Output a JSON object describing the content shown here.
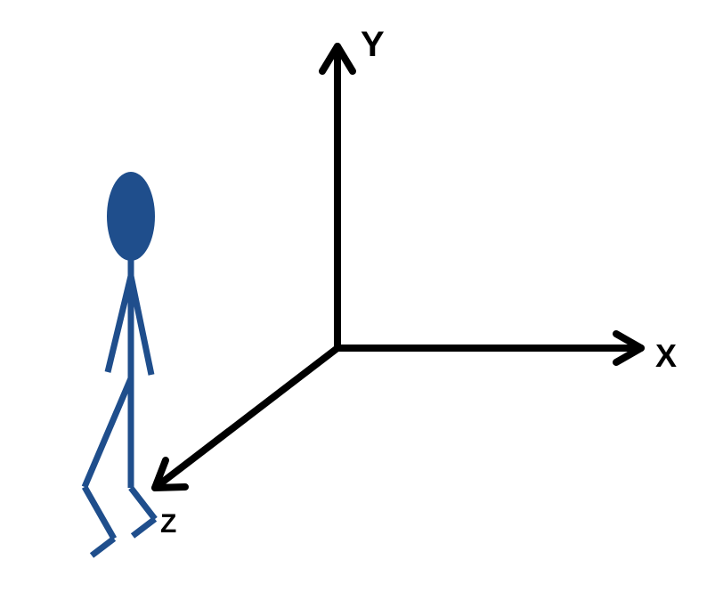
{
  "diagram": {
    "axes": {
      "x_label": "X",
      "y_label": "Y",
      "z_label": "Z",
      "color": "#000000"
    },
    "figure": {
      "color": "#1f4e8c"
    }
  }
}
